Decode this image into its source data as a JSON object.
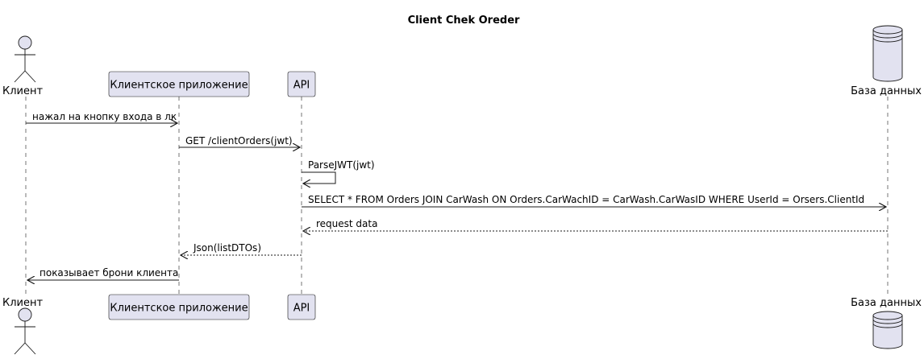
{
  "title": "Client Chek Oreder",
  "participants": {
    "client": {
      "label": "Клиент",
      "kind": "actor"
    },
    "app": {
      "label": "Клиентское приложение",
      "kind": "participant"
    },
    "api": {
      "label": "API",
      "kind": "participant"
    },
    "db": {
      "label": "База данных",
      "kind": "database"
    }
  },
  "messages": [
    {
      "from": "client",
      "to": "app",
      "label": "нажал на кнопку входа в лк",
      "style": "solid"
    },
    {
      "from": "app",
      "to": "api",
      "label": "GET /clientOrders(jwt)",
      "style": "solid"
    },
    {
      "from": "api",
      "to": "api",
      "label": "ParseJWT(jwt)",
      "style": "self"
    },
    {
      "from": "api",
      "to": "db",
      "label": "SELECT * FROM Orders JOIN CarWash ON  Orders.CarWachID = CarWash.CarWasID WHERE UserId = Orsers.ClientId",
      "style": "solid"
    },
    {
      "from": "db",
      "to": "api",
      "label": "request data",
      "style": "dashed"
    },
    {
      "from": "api",
      "to": "app",
      "label": "Json(listDTOs)",
      "style": "dashed"
    },
    {
      "from": "app",
      "to": "client",
      "label": "показывает брони клиента",
      "style": "solid"
    }
  ],
  "colors": {
    "participant_fill": "#E2E2F0",
    "line": "#181818",
    "background": "#FFFFFF"
  }
}
